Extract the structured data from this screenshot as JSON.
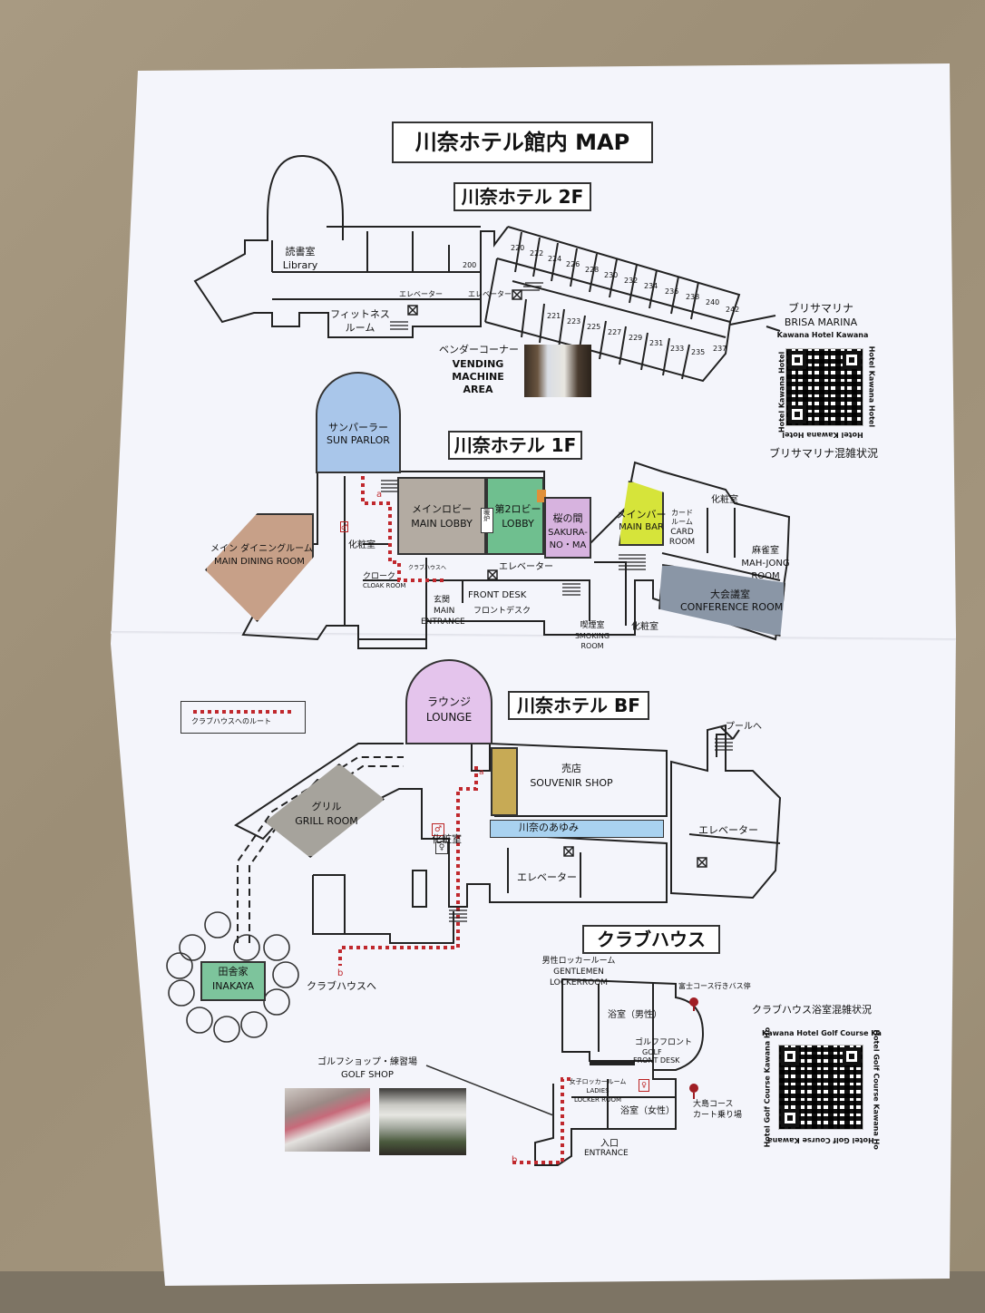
{
  "title": "川奈ホテル館内 MAP",
  "floor_2f": {
    "heading": "川奈ホテル 2F",
    "reading_room": "読書室",
    "library": "Library",
    "fitness": "フィットネス",
    "fitness2": "ルーム",
    "elevator_a": "エレベーター",
    "elevator_b": "エレベーター",
    "vending_jp": "ベンダーコーナー",
    "vending_en1": "VENDING",
    "vending_en2": "MACHINE",
    "vending_en3": "AREA",
    "rooms_top": [
      "200",
      "220",
      "222",
      "224",
      "226",
      "228",
      "230",
      "232",
      "234",
      "236",
      "238",
      "240",
      "242"
    ],
    "rooms_bottom": [
      "221",
      "223",
      "225",
      "227",
      "229",
      "231",
      "233",
      "235",
      "237"
    ]
  },
  "brisa": {
    "jp": "ブリサマリナ",
    "en": "BRISA MARINA",
    "frame_top": "Kawana Hotel  Kawana",
    "frame_right": "Hotel  Kawana Hotel",
    "frame_left": "Hotel  Kawana Hotel",
    "frame_bottom": "Hotel  Kawana Hotel",
    "caption": "ブリサマリナ混雑状況"
  },
  "floor_1f": {
    "heading": "川奈ホテル 1F",
    "sun_parlor_jp": "サンパーラー",
    "sun_parlor_en": "SUN PARLOR",
    "dining_jp": "メイン ダイニングルーム",
    "dining_en": "MAIN DINING ROOM",
    "restroom1": "化粧室",
    "cloak_jp": "クローク",
    "cloak_en": "CLOAK ROOM",
    "clubhouse_small": "クラブハウスへ",
    "main_lobby_jp": "メインロビー",
    "main_lobby_en": "MAIN LOBBY",
    "fireplace": "暖炉",
    "lobby2_jp": "第2ロビー",
    "lobby2_en": "LOBBY",
    "sakura_jp": "桜の間",
    "sakura_en1": "SAKURA-",
    "sakura_en2": "NO・MA",
    "main_bar_jp": "メインバー",
    "main_bar_en": "MAIN BAR",
    "restroom2": "化粧室",
    "card_jp1": "カード",
    "card_jp2": "ルーム",
    "card_en1": "CARD",
    "card_en2": "ROOM",
    "mahjong_jp": "麻雀室",
    "mahjong_en1": "MAH-JONG",
    "mahjong_en2": "ROOM",
    "elevator": "エレベーター",
    "front_desk_en": "FRONT DESK",
    "front_desk_jp": "フロントデスク",
    "entrance_jp": "玄関",
    "entrance_en1": "MAIN",
    "entrance_en2": "ENTRANCE",
    "conference_jp": "大会議室",
    "conference_en": "CONFERENCE ROOM",
    "smoking_jp": "喫煙室",
    "smoking_en1": "SMOKING",
    "smoking_en2": "ROOM",
    "restroom3": "化粧室",
    "marker_a": "a"
  },
  "legend": {
    "label": "クラブハウスへのルート",
    "route_color": "#c0282d"
  },
  "floor_bf": {
    "heading": "川奈ホテル BF",
    "lounge_jp": "ラウンジ",
    "lounge_en": "LOUNGE",
    "shop_jp": "売店",
    "shop_en": "SOUVENIR SHOP",
    "grill_jp": "グリル",
    "grill_en": "GRILL ROOM",
    "restroom": "化粧室",
    "history": "川奈のあゆみ",
    "elevator1": "エレベーター",
    "elevator2": "エレベーター",
    "pool": "プールへ",
    "inakaya_jp": "田舎家",
    "inakaya_en": "INAKAYA",
    "to_clubhouse": "クラブハウスへ",
    "marker_a": "a",
    "marker_b": "b"
  },
  "clubhouse": {
    "heading": "クラブハウス",
    "men_locker_jp": "男性ロッカールーム",
    "men_locker_en1": "GENTLEMEN",
    "men_locker_en2": "LOCKERROOM",
    "bath_men": "浴室（男性）",
    "bus_stop": "富士コース行きバス停",
    "front_jp": "ゴルフフロント",
    "front_en1": "GOLF",
    "front_en2": "FRONT DESK",
    "ladies_jp": "女子ロッカールーム",
    "ladies_en1": "LADIES",
    "ladies_en2": "LOCKER ROOM",
    "bath_women": "浴室（女性）",
    "cart_jp1": "大島コース",
    "cart_jp2": "カート乗り場",
    "entrance_jp": "入口",
    "entrance_en": "ENTRANCE",
    "golf_shop_jp": "ゴルフショップ・練習場",
    "golf_shop_en": "GOLF SHOP",
    "marker_b": "b",
    "bath_status": "クラブハウス浴室混雑状況",
    "qr_frame_top": "Kawana Hotel Golf Course  Ka",
    "qr_frame_side": "Hotel Golf Course  Kawana Ho",
    "qr_frame_bottom": "Hotel Golf Course  Kawana"
  },
  "colors": {
    "sun_parlor": "#a9c6ea",
    "main_lobby": "#b3aba2",
    "lobby2": "#6fbf8f",
    "sakura": "#d7b3df",
    "main_bar": "#d6e43a",
    "conference": "#8a96a6",
    "dining": "#c7a088",
    "lounge": "#e4c4ec",
    "shop": "#c7aa55",
    "grill": "#a6a39c",
    "history": "#a9d2f0",
    "inakaya": "#7dc49c",
    "route": "#c0282d"
  }
}
